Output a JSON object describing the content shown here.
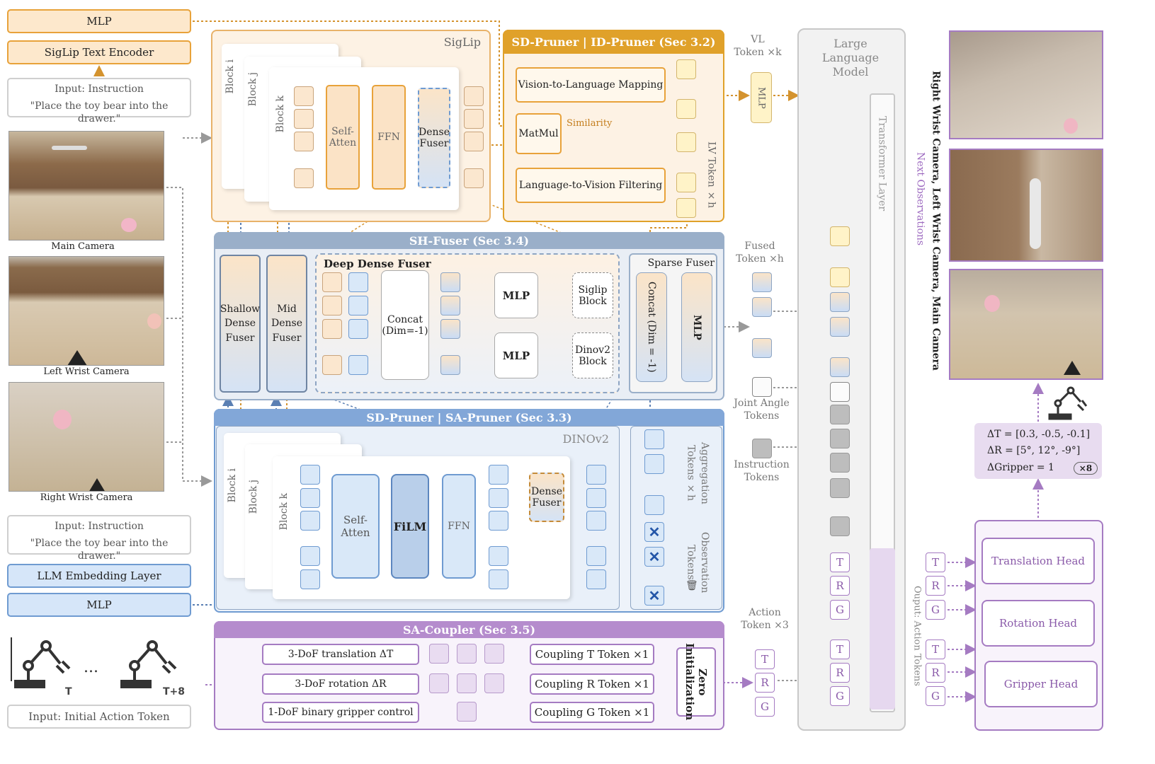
{
  "left": {
    "mlp_top": "MLP",
    "siglip_text_encoder": "SigLip Text Encoder",
    "instruction_title": "Input: Instruction",
    "instruction_text": "\"Place the toy bear into the drawer.\"",
    "main_camera": "Main Camera",
    "left_wrist_camera": "Left Wrist Camera",
    "right_wrist_camera": "Right Wrist Camera",
    "llm_embedding": "LLM Embedding Layer",
    "mlp_bottom": "MLP",
    "action_T": "T",
    "action_T8": "T+8",
    "ellipsis": "...",
    "initial_action": "Input: Initial Action Token"
  },
  "siglip": {
    "title": "SigLip",
    "block_i": "Block i",
    "block_j": "Block j",
    "block_k": "Block k",
    "self_atten": "Self-\nAtten",
    "ffn": "FFN",
    "dense_fuser": "Dense\nFuser"
  },
  "pruner_top": {
    "title": "SD-Pruner | ID-Pruner (Sec 3.2)",
    "v2l": "Vision-to-Language Mapping",
    "matmul": "MatMul",
    "similarity": "Similarity",
    "l2v": "Language-to-Vision Filtering",
    "lv_token": "LV Token ×h"
  },
  "shfuser": {
    "title": "SH-Fuser (Sec 3.4)",
    "shallow": "Shallow\nDense\nFuser",
    "mid": "Mid\nDense\nFuser",
    "deep": "Deep Dense Fuser",
    "concat": "Concat\n(Dim=-1)",
    "mlp1": "MLP",
    "mlp2": "MLP",
    "siglip_block": "Siglip\nBlock",
    "dinov2_block": "Dinov2\nBlock",
    "sparse": "Sparse Fuser",
    "sparse_concat": "Concat (Dim = -1)",
    "sparse_mlp": "MLP"
  },
  "sapruner": {
    "title": "SD-Pruner | SA-Pruner (Sec 3.3)",
    "dinov2": "DINOv2",
    "block_i": "Block i",
    "block_j": "Block j",
    "block_k": "Block k",
    "self_atten": "Self-\nAtten",
    "film": "FiLM",
    "ffn": "FFN",
    "dense_fuser": "Dense\nFuser",
    "aggregation": "Aggregation\nTokens ×h",
    "observation": "Observation\nTokens"
  },
  "coupler": {
    "title": "SA-Coupler (Sec 3.5)",
    "trans": "3-DoF translation ΔT",
    "rot": "3-DoF rotation ΔR",
    "grip": "1-DoF binary gripper control",
    "coup_t": "Coupling T Token ×1",
    "coup_r": "Coupling R Token ×1",
    "coup_g": "Coupling G Token ×1",
    "zero": "Zero\nInitialization"
  },
  "mid": {
    "vl_token": "VL\nToken ×k",
    "mlp": "MLP",
    "fused_token": "Fused\nToken ×h",
    "joint": "Joint Angle\nTokens",
    "instruction_tokens": "Instruction\nTokens",
    "action_token": "Action\nToken ×3",
    "T": "T",
    "R": "R",
    "G": "G"
  },
  "llm": {
    "title": "Large\nLanguage\nModel",
    "transformer": "Transformer Layer",
    "next_obs": "Next Observations"
  },
  "right": {
    "cam_label": "Right Wrist Camera,  Left Wrist Camera,  Main Camera",
    "delta_t": "ΔT = [0.3, -0.5, -0.1]",
    "delta_r": "ΔR = [5°, 12°, -9°]",
    "delta_g": "ΔGripper = 1",
    "x8": "×8",
    "output_tokens": "Ouput: Action Tokens",
    "translation_head": "Translation Head",
    "rotation_head": "Rotation Head",
    "gripper_head": "Gripper Head"
  },
  "colors": {
    "orange": "#e8a23a",
    "blue": "#6f9bd1",
    "purple": "#a57bc2",
    "gray": "#cfcfcf"
  }
}
